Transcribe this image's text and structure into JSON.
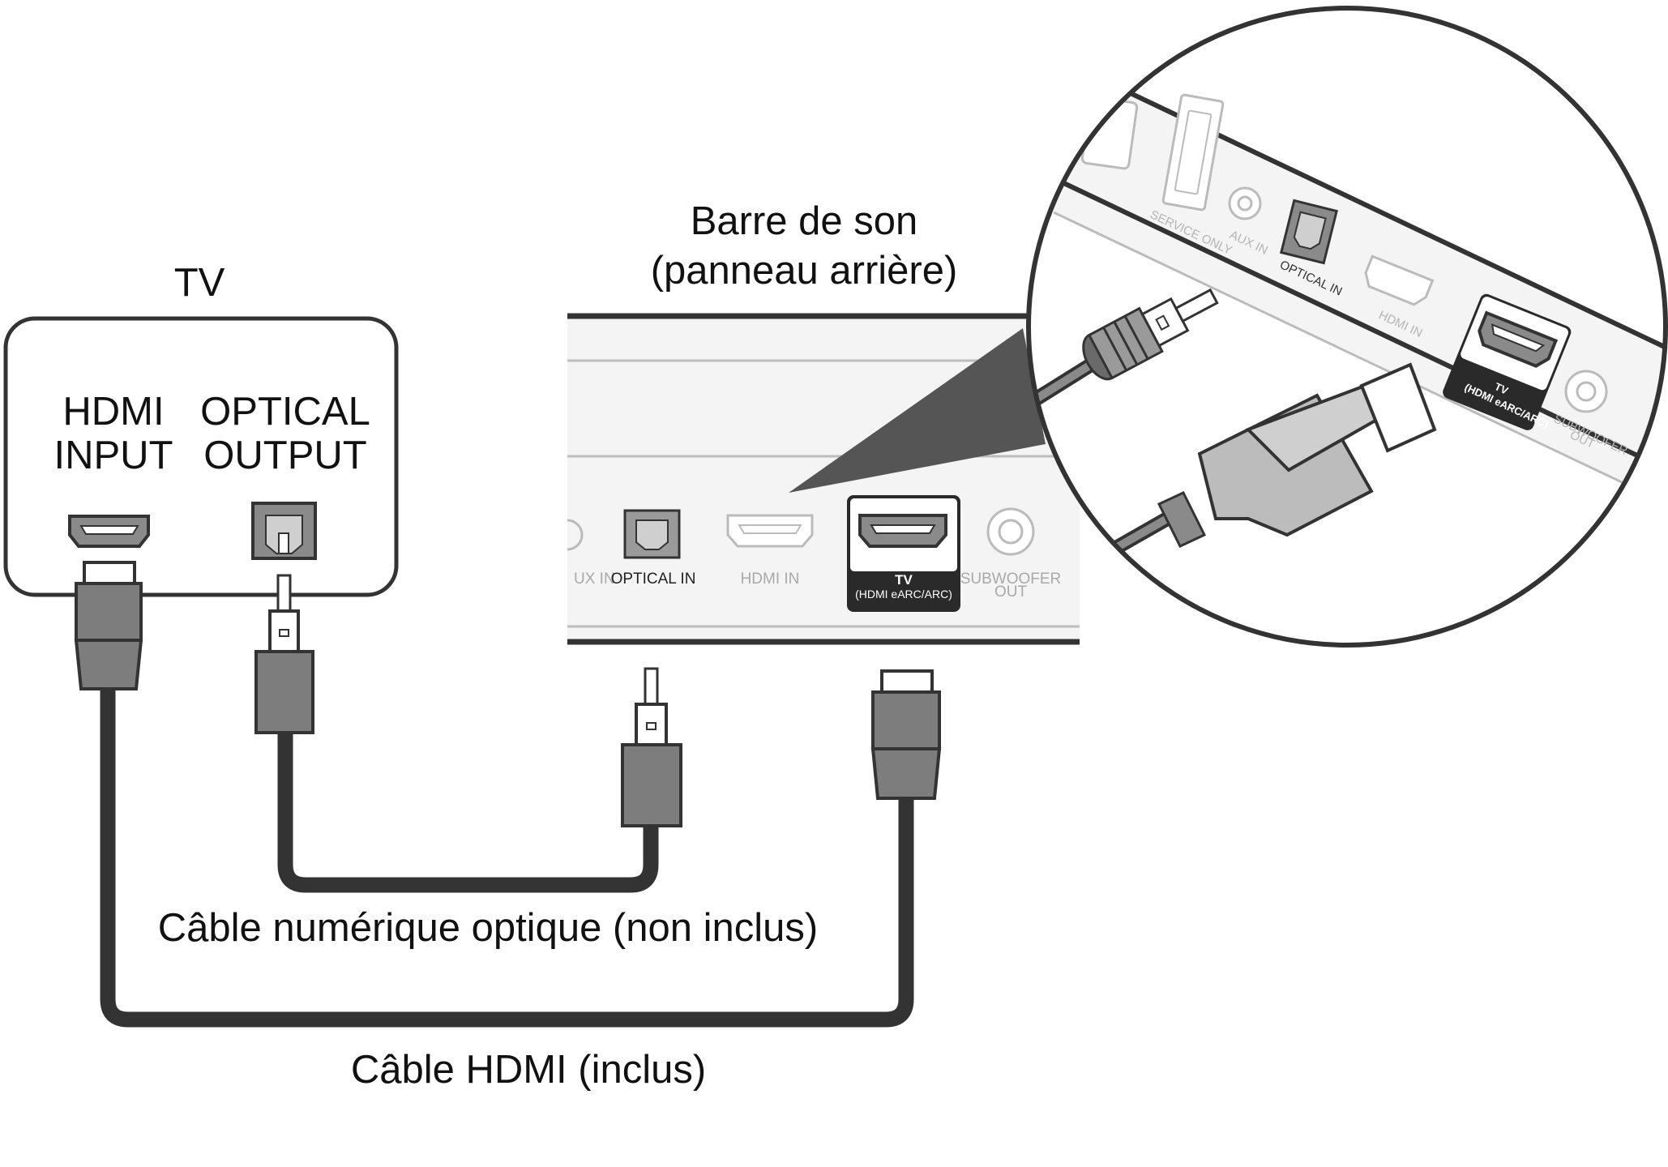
{
  "tv": {
    "title": "TV",
    "hdmi_label_line1": "HDMI",
    "hdmi_label_line2": "INPUT",
    "optical_label_line1": "OPTICAL",
    "optical_label_line2": "OUTPUT"
  },
  "soundbar": {
    "title_line1": "Barre de son",
    "title_line2": "(panneau arrière)",
    "ports": {
      "aux": "UX IN",
      "optical": "OPTICAL IN",
      "hdmi_in": "HDMI IN",
      "tv_line1": "TV",
      "tv_line2": "(HDMI eARC/ARC)",
      "subwoofer_line1": "SUBWOOFER",
      "subwoofer_line2": "OUT"
    }
  },
  "zoom": {
    "service_only": "SERVICE ONLY",
    "aux_in": "AUX IN",
    "optical_in": "OPTICAL IN",
    "hdmi_in": "HDMI IN",
    "tv_line1": "TV",
    "tv_line2": "(HDMI eARC/ARC)",
    "subwoofer_line1": "SUBWOOFER",
    "subwoofer_line2": "OUT"
  },
  "cables": {
    "optical": "Câble numérique optique (non inclus)",
    "hdmi": "Câble HDMI (inclus)"
  }
}
